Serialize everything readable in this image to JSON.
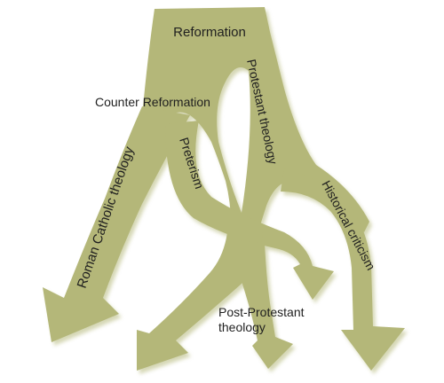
{
  "colors": {
    "fill": "#b4b779",
    "shadow": "#9a9a9a",
    "text": "#1f1f1f",
    "background": "#ffffff"
  },
  "labels": {
    "reformation": "Reformation",
    "counter_reformation": "Counter Reformation",
    "protestant_theology": "Protestant theology",
    "roman_catholic_theology": "Roman Catholic theology",
    "preterism": "Preterism",
    "historical_criticism": "Historical criticism",
    "post_protestant_line1": "Post-Protestant",
    "post_protestant_line2": "theology"
  }
}
